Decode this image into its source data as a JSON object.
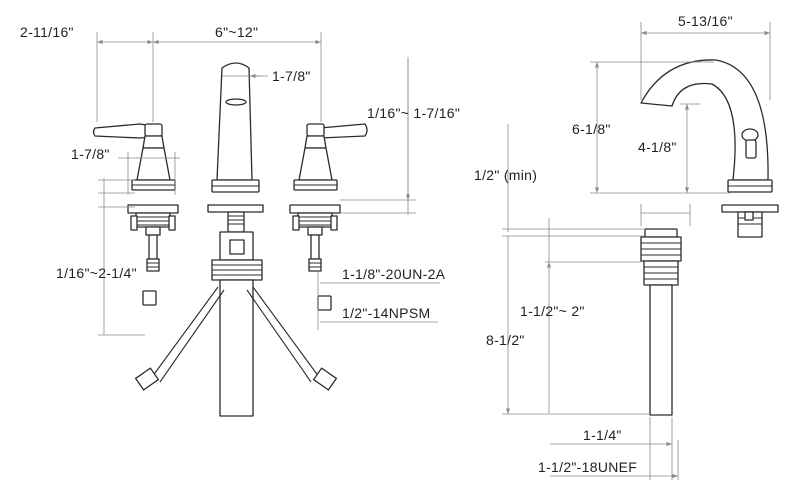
{
  "colors": {
    "line": "#2b2b2b",
    "dimension": "#8a8a8a",
    "text": "#222222",
    "background": "#ffffff"
  },
  "front_view": {
    "handle_offset": "2-11/16\"",
    "center_spread": "6\"~12\"",
    "spout_width": "1-7/8\"",
    "spout_height_range": "1/16\"~ 1-7/16\"",
    "handle_base_width": "1-7/8\"",
    "deck_thickness": "1/16\"~2-1/4\"",
    "supply_thread": "1-1/8\"-20UN-2A",
    "connection_thread": "1/2\"-14NPSM"
  },
  "side_view": {
    "spout_reach": "5-13/16\"",
    "overall_height": "6-1/8\"",
    "spout_clearance": "4-1/8\"",
    "drain_min": "1/2\" (min)",
    "drain_body_range": "1-1/2\"~ 2\"",
    "drain_length": "8-1/2\"",
    "tailpiece_width": "1-1/4\"",
    "drain_thread": "1-1/2\"-18UNEF"
  }
}
